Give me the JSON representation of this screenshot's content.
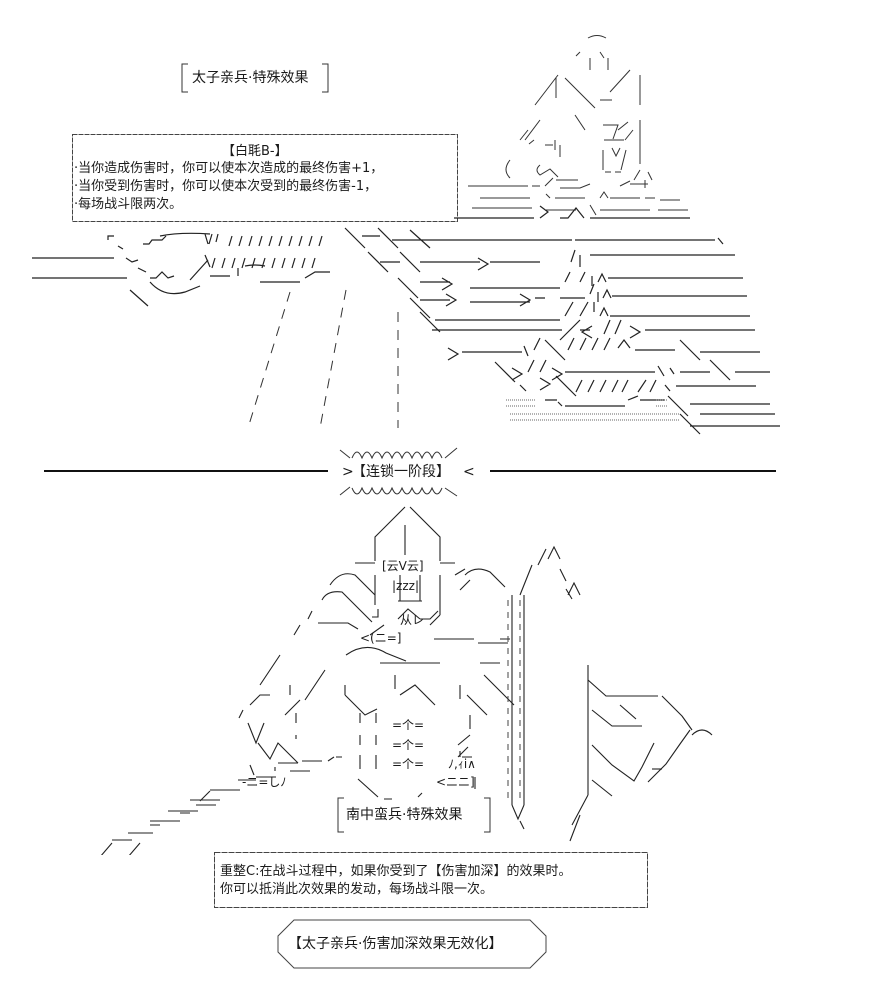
{
  "top_section": {
    "title_bracket": "太子亲兵·特殊效果",
    "skill_box": {
      "heading": "【白毦B-】",
      "lines": [
        "·当你造成伤害时，你可以使本次造成的最终伤害+1，",
        "·当你受到伤害时，你可以使本次受到的最终伤害-1，",
        "·每场战斗限两次。"
      ]
    }
  },
  "divider": {
    "label": "【连锁一阶段】",
    "left_arrow": ">",
    "right_arrow": "<"
  },
  "bottom_section": {
    "title_bracket": "南中蛮兵·特殊效果",
    "ascii_glyphs": {
      "face_top": "[云V云]",
      "face_mid": "|zzz|",
      "mouth": "从レ",
      "chin": "<(ニ=]",
      "armor_1": "=个=",
      "armor_2": "=个=",
      "armor_3": "=个=",
      "hand": "ﾉ,ｨi∧",
      "boot": "<ニニ]",
      "knee": "-ニ=しﾉ"
    },
    "skill_box": {
      "lines": [
        "重整C:在战斗过程中，如果你受到了【伤害加深】的效果时。",
        "你可以抵消此次效果的发动，每场战斗限一次。"
      ]
    },
    "result_banner": "【太子亲兵·伤害加深效果无效化】"
  },
  "colors": {
    "ink": "#1a1a1a",
    "line": "#444444",
    "background": "#ffffff"
  }
}
